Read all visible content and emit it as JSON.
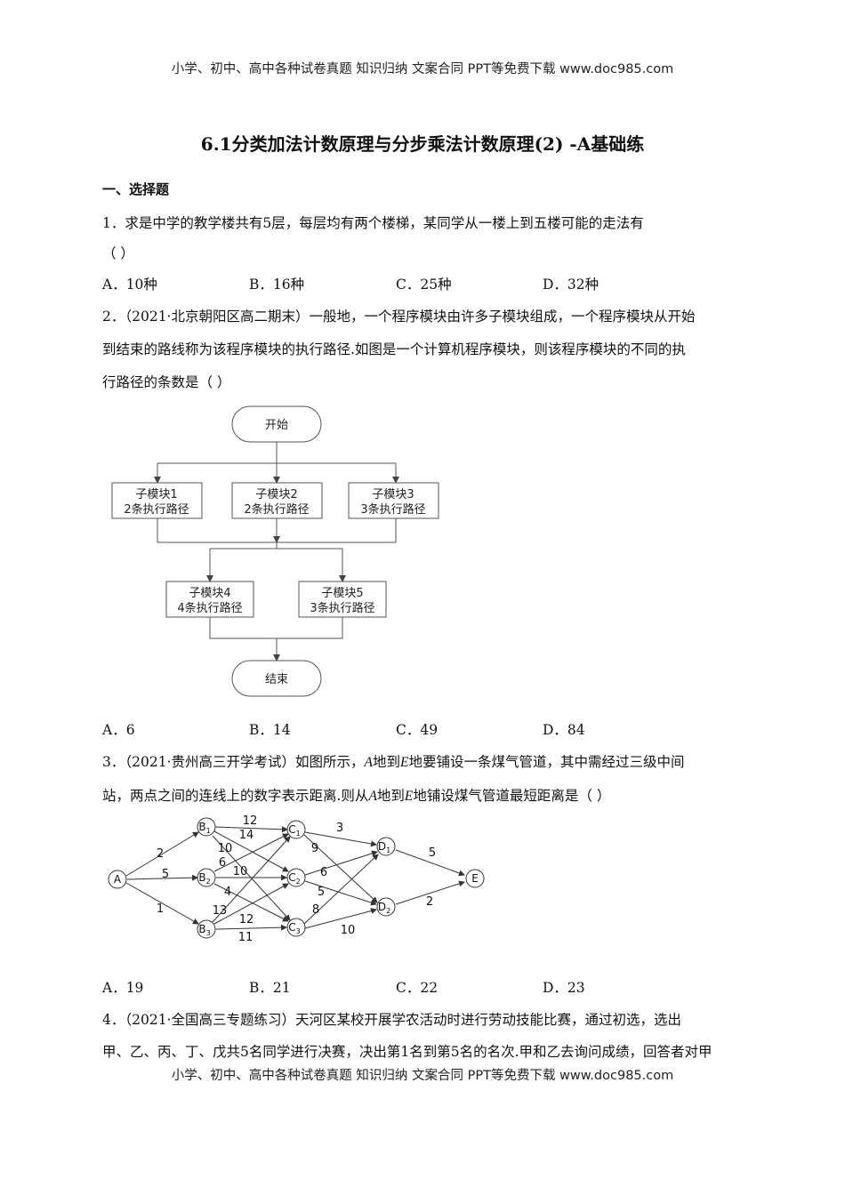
{
  "header_text": "小学、初中、高中各种试卷真题 知识归纳 文案合同 PPT等免费下载   www.doc985.com",
  "footer_text": "小学、初中、高中各种试卷真题 知识归纳 文案合同 PPT等免费下载   www.doc985.com",
  "title": "6.1分类加法计数原理与分步乘法计数原理(2)   -A基础练",
  "section_heading": "一、选择题",
  "q1": {
    "line1": "1．求是中学的教学楼共有5层，每层均有两个楼梯，某同学从一楼上到五楼可能的走法有",
    "line2": "（        ）",
    "options": [
      "A．10种",
      "B．16种",
      "C．25种",
      "D．32种"
    ]
  },
  "q2": {
    "line1": "2．（2021·北京朝阳区高二期末）一般地，一个程序模块由许多子模块组成，一个程序模块从开始",
    "line2": "到结束的路线称为该程序模块的执行路径.如图是一个计算机程序模块，则该程序模块的不同的执",
    "line3": "行路径的条数是（        ）",
    "flow": {
      "start": "开始",
      "end": "结束",
      "modules": [
        {
          "name": "子模块1",
          "paths": "2条执行路径"
        },
        {
          "name": "子模块2",
          "paths": "2条执行路径"
        },
        {
          "name": "子模块3",
          "paths": "3条执行路径"
        },
        {
          "name": "子模块4",
          "paths": "4条执行路径"
        },
        {
          "name": "子模块5",
          "paths": "3条执行路径"
        }
      ]
    },
    "options": [
      "A．6",
      "B．14",
      "C．49",
      "D．84"
    ]
  },
  "q3": {
    "l1a": "3．（2021·贵州高三开学考试）如图所示，",
    "varA": "A",
    "l1b": "地到",
    "varE": "E",
    "l1c": "地要铺设一条煤气管道，其中需经过三级中间",
    "l2a": "站，两点之间的连线上的数字表示距离.则从",
    "l2b": "地到",
    "l2c": "地铺设煤气管道最短距离是（        ）",
    "graph": {
      "nodes": {
        "A": "A",
        "B": "B",
        "C": "C",
        "D": "D",
        "E": "E"
      },
      "subs": [
        "1",
        "2",
        "3"
      ],
      "weights": {
        "AB1": "2",
        "AB2": "5",
        "AB3": "1",
        "B1C1": "12",
        "B1C2": "14",
        "B1C3": "10",
        "B2C1": "6",
        "B2C2": "10",
        "B2C3": "4",
        "B3C1": "13",
        "B3C2": "12",
        "B3C3": "11",
        "C1D1": "3",
        "C1D2": "9",
        "C2D1": "6",
        "C2D2": "5",
        "C3D1": "8",
        "C3D2": "10",
        "D1E": "5",
        "D2E": "2"
      }
    },
    "options": [
      "A．19",
      "B．21",
      "C．22",
      "D．23"
    ]
  },
  "q4": {
    "line1": "4．（2021·全国高三专题练习）天河区某校开展学农活动时进行劳动技能比赛，通过初选，选出",
    "line2": "甲、乙、丙、丁、戊共5名同学进行决赛，决出第1名到第5名的名次.甲和乙去询问成绩，回答者对甲"
  }
}
